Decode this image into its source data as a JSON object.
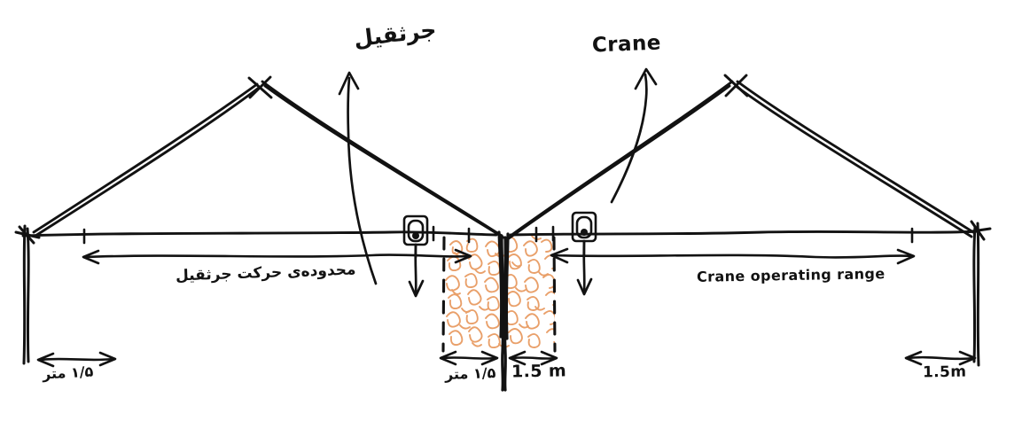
{
  "diagram": {
    "title": "Crane operating range cross-section sketch",
    "style": "hand-drawn pen sketch on white paper",
    "ink_color": "#111111",
    "hatch_color": "#E89B63",
    "background": "#FFFFFF"
  },
  "labels": {
    "crane_en": "Crane",
    "crane_fa": "جرثقیل",
    "operating_range_en": "Crane operating range",
    "operating_range_fa": "محدوده‌ی حرکت جرثقیل",
    "dim_left_fa": "۱/۵ متر",
    "dim_center_fa": "۱/۵ متر",
    "dim_center_en": "1.5 m",
    "dim_right_en": "1.5m"
  },
  "elements": {
    "left_mast": "left-vertical-post",
    "right_mast": "right-vertical-post",
    "left_apex": "left-a-frame-apex-cross",
    "right_apex": "right-a-frame-apex-cross",
    "center_column": "shared-center-column",
    "hatched_zone": "center-hatched-restricted-zone",
    "left_hook": "left-hook-block",
    "right_hook": "right-hook-block",
    "ground_line": "horizontal-ground-track-line"
  }
}
